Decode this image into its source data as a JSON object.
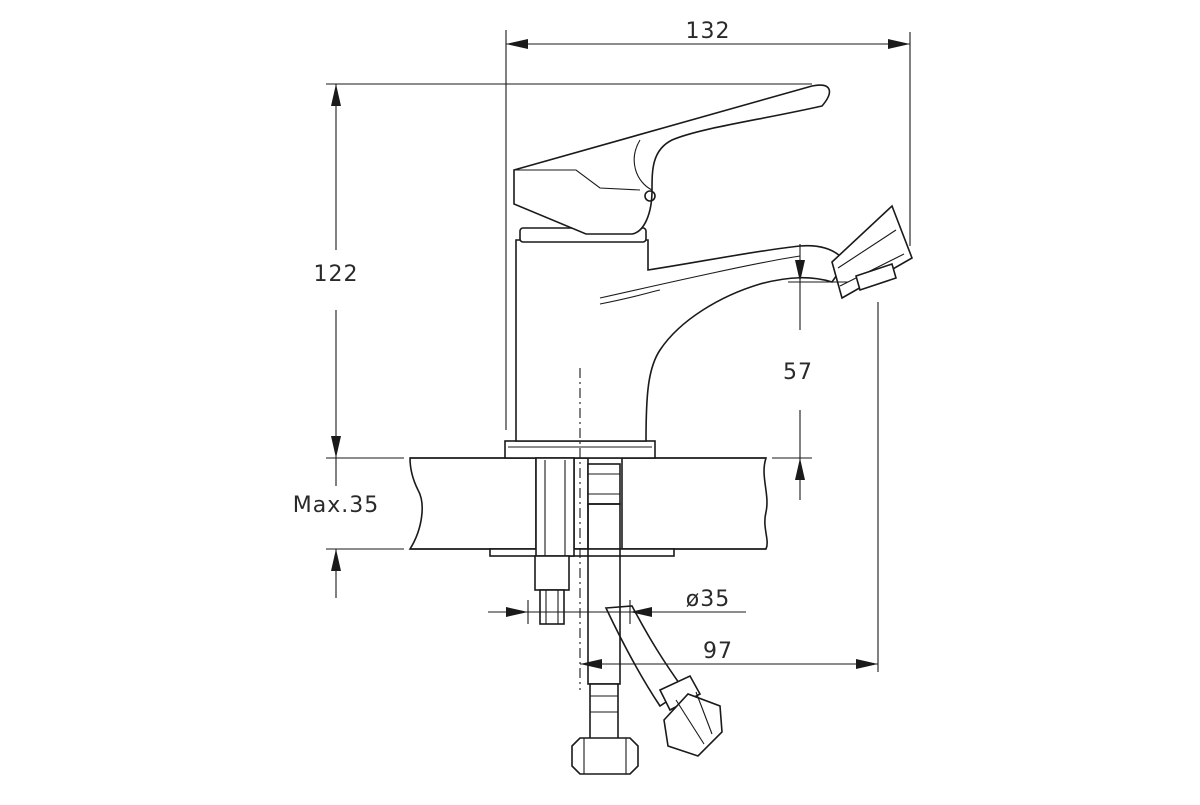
{
  "dimensions": {
    "overall_width": "132",
    "overall_height": "122",
    "spout_clearance": "57",
    "max_deck_thickness": "Max.35",
    "hole_diameter": "ø35",
    "spout_reach": "97"
  },
  "colors": {
    "line": "#1a1a1a",
    "background": "#ffffff",
    "text": "#2a2a2a"
  }
}
